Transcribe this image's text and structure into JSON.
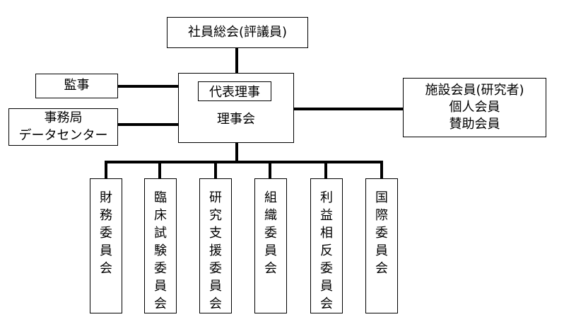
{
  "nodes": {
    "general_meeting": "社員総会(評議員)",
    "auditor": "監事",
    "secretariat_line1": "事務局",
    "secretariat_line2": "データセンター",
    "representative": "代表理事",
    "board": "理事会",
    "members_line1": "施設会員(研究者)",
    "members_line2": "個人会員",
    "members_line3": "賛助会員"
  },
  "committees": [
    "財務委員会",
    "臨床試験委員会",
    "研究支援委員会",
    "組織委員会",
    "利益相反委員会",
    "国際委員会"
  ]
}
